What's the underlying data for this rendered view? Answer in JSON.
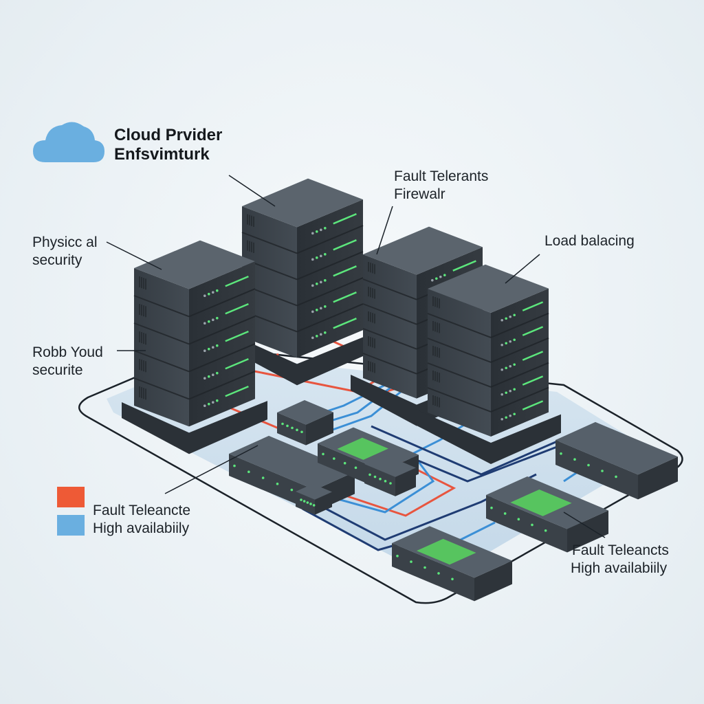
{
  "header": {
    "title_line1": "Cloud Prvider",
    "title_line2": "Enfsvimturk",
    "icon": "cloud-icon"
  },
  "callouts": {
    "physical_security": [
      "Physicc al",
      "security"
    ],
    "robb_youd": [
      "Robb Youd",
      "securite"
    ],
    "fault_firewall": [
      "Fault Telerants",
      "Firewalr"
    ],
    "load_balancing": [
      "Load balacing"
    ],
    "bottom_right": [
      "Fault Teleancts",
      "High availabiily"
    ]
  },
  "legend": [
    {
      "label": "Fault Teleancte",
      "color": "#ee5a36"
    },
    {
      "label": "High availabiily",
      "color": "#6aafe0"
    }
  ],
  "colors": {
    "server_body": "#3f474f",
    "server_top": "#5b646d",
    "platform": "#c9dcea",
    "red_cable": "#e8553f",
    "blue_cable": "#3b8fd6",
    "navy_cable": "#1f3c73",
    "led_green": "#5ce67c"
  }
}
